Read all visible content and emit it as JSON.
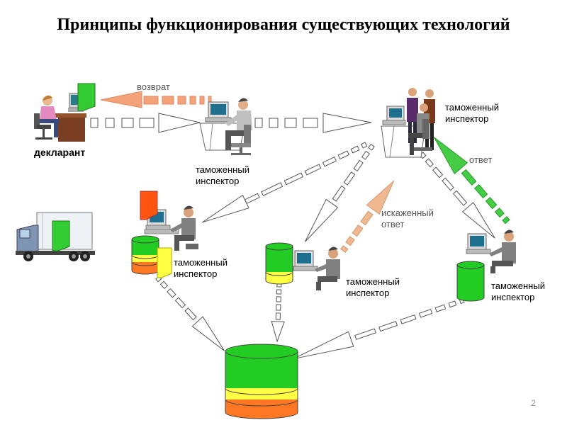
{
  "title": "Принципы функционирования существующих технологий",
  "labels": {
    "return": "возврат",
    "declarant": "декларант",
    "inspector_line1": "таможенный",
    "inspector_line2": "инспектор",
    "answer": "ответ",
    "distorted_line1": "искаженный",
    "distorted_line2": "ответ"
  },
  "page_number": "2",
  "colors": {
    "db_green": "#22cc22",
    "db_yellow": "#ffff44",
    "db_orange": "#ff7722",
    "doc_green": "#33cc33",
    "doc_orange": "#ff5511",
    "arrow_return": "#f4a27a",
    "arrow_answer": "#44cc44",
    "arrow_distorted": "#f0b890",
    "arrow_plain": "#ffffff"
  }
}
